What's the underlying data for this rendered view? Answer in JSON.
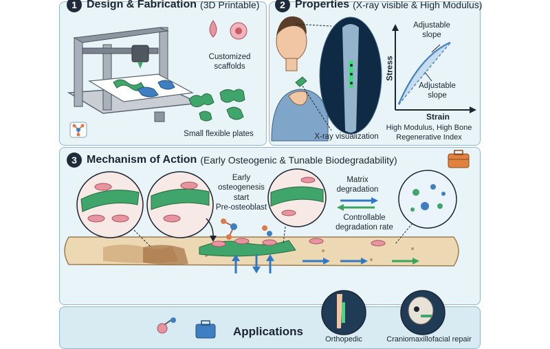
{
  "panel1": {
    "number": "1",
    "title": "Design & Fabrication",
    "subtitle": "(3D Printable)",
    "scaffold_label_1": "Customized",
    "scaffold_label_2": "scaffolds",
    "plates_label": "Small flexible plates"
  },
  "panel2": {
    "number": "2",
    "title": "Properties",
    "subtitle": "(X-ray visible & High Modulus)",
    "xray_label": "X-ray visualization",
    "adjustable_top_1": "Adjustable",
    "adjustable_top_2": "slope",
    "adjustable_bottom_1": "Adjustable",
    "adjustable_bottom_2": "slope",
    "y_axis": "Stress",
    "x_axis": "Strain",
    "caption_1": "High Modulus, High Bone",
    "caption_2": "Regenerative Index"
  },
  "panel3": {
    "number": "3",
    "title": "Mechanism of Action",
    "subtitle": "(Early Osteogenic & Tunable Biodegradability)",
    "osteo_1": "Early",
    "osteo_2": "osteogenesis",
    "osteo_3": "start",
    "osteo_4": "Pre-osteoblast",
    "matrix_1": "Matrix",
    "matrix_2": "degradation",
    "control_1": "Controllable",
    "control_2": "degradation rate"
  },
  "applications": {
    "title": "Applications",
    "item_1": "Orthopedic",
    "item_2": "Craniomaxillofacial repair"
  },
  "colors": {
    "panel_bg": "#e8f4f8",
    "panel_border": "#8fb7c9",
    "scaffold_green": "#3fa56a",
    "scaffold_blue": "#3d7fc0",
    "bone": "#ecd9b4",
    "cell_pink": "#e6949f",
    "arrow_blue": "#2f79c4",
    "arrow_green": "#3aa35e"
  }
}
